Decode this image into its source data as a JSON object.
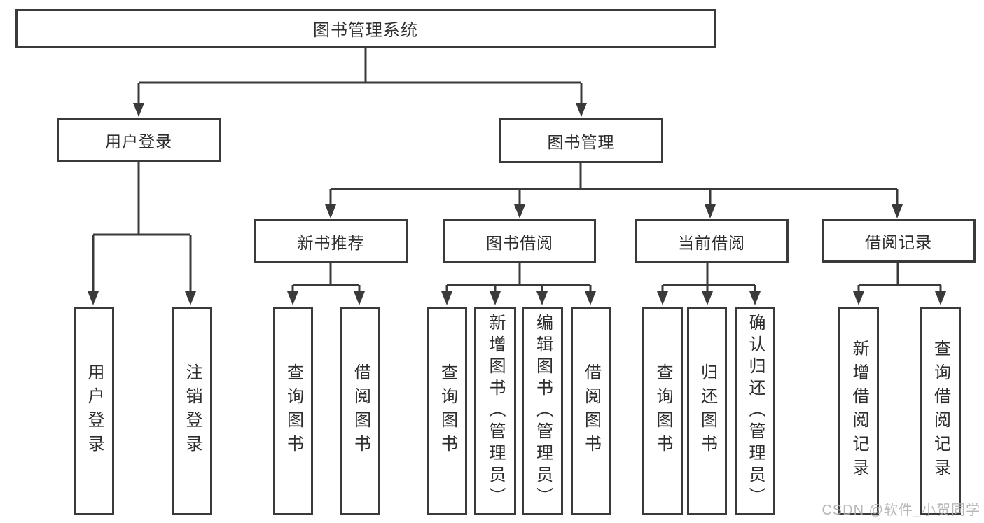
{
  "diagram": {
    "title_node": {
      "label": "图书管理系统"
    },
    "level1": [
      {
        "label": "用户登录"
      },
      {
        "label": "图书管理"
      }
    ],
    "level2": [
      {
        "label": "新书推荐"
      },
      {
        "label": "图书借阅"
      },
      {
        "label": "当前借阅"
      },
      {
        "label": "借阅记录"
      }
    ],
    "leaves": {
      "user_login": [
        {
          "label": "用户登录"
        },
        {
          "label": "注销登录"
        }
      ],
      "new_book_recommend": [
        {
          "label": "查询图书"
        },
        {
          "label": "借阅图书"
        }
      ],
      "book_borrow": [
        {
          "label": "查询图书"
        },
        {
          "label": "新增图书（管理员）"
        },
        {
          "label": "编辑图书（管理员）"
        },
        {
          "label": "借阅图书"
        }
      ],
      "current_borrow": [
        {
          "label": "查询图书"
        },
        {
          "label": "归还图书"
        },
        {
          "label": "确认归还（管理员）"
        }
      ],
      "borrow_records": [
        {
          "label": "新增借阅记录"
        },
        {
          "label": "查询借阅记录"
        }
      ]
    }
  },
  "watermark": {
    "text": "CSDN @软件_小贺同学"
  },
  "colors": {
    "line": "#3a3a3a",
    "text": "#2e2e2e",
    "watermark_color": "#b0b0b0",
    "background": "#ffffff"
  }
}
